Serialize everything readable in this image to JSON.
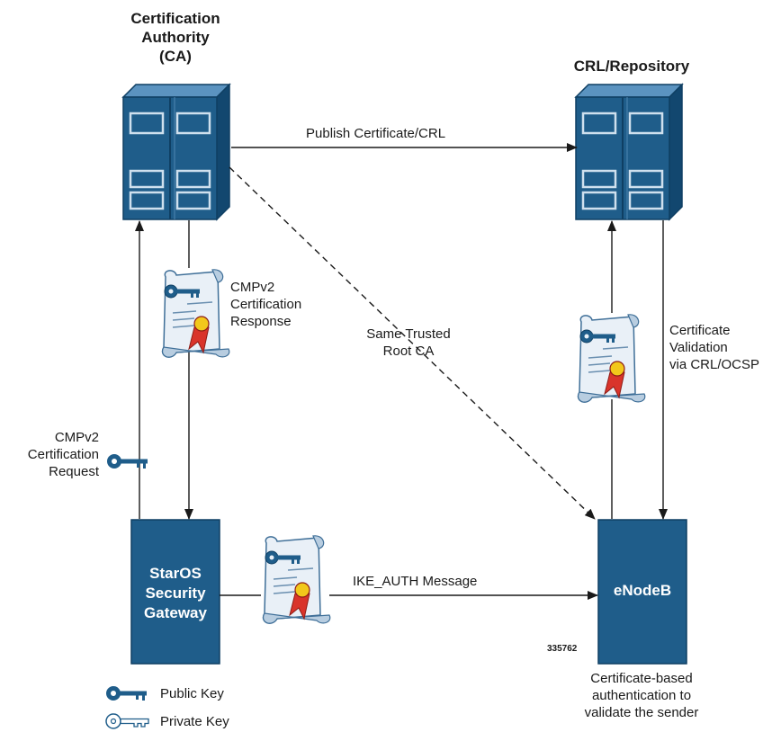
{
  "ca": {
    "title_line1": "Certification",
    "title_line2": "Authority",
    "title_line3": "(CA)"
  },
  "crl": {
    "title": "CRL/Repository"
  },
  "gateway": {
    "line1": "StarOS",
    "line2": "Security",
    "line3": "Gateway"
  },
  "enodeb": {
    "label": "eNodeB"
  },
  "arrows": {
    "publish": "Publish Certificate/CRL",
    "cmp_response": [
      "CMPv2",
      "Certification",
      "Response"
    ],
    "cmp_request": [
      "CMPv2",
      "Certification",
      "Request"
    ],
    "trusted_root": [
      "Same Trusted",
      "Root CA"
    ],
    "validation": [
      "Certificate",
      "Validation",
      "via CRL/OCSP"
    ],
    "ike_auth": "IKE_AUTH Message"
  },
  "figure_id": "335762",
  "caption": [
    "Certificate-based",
    "authentication to",
    "validate the sender"
  ],
  "legend": {
    "public_key": "Public Key",
    "private_key": "Private Key"
  },
  "colors": {
    "primary": "#1f5d8a",
    "dark": "#0f3f63",
    "light": "#cfe0ee",
    "seal": "#d9342b",
    "medal": "#f2c81b"
  }
}
